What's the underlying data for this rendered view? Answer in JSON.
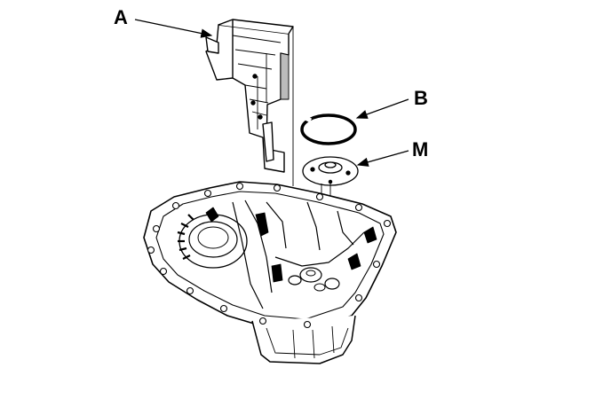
{
  "callouts": {
    "a": "A",
    "b": "B",
    "m": "M"
  },
  "parts": [
    {
      "name": "part-a",
      "callout": "A"
    },
    {
      "name": "snap-ring",
      "callout": "B"
    },
    {
      "name": "magnet-plate",
      "callout": "M"
    },
    {
      "name": "transmission-housing",
      "callout": ""
    }
  ],
  "colors": {
    "line": "#000000",
    "background": "#ffffff"
  }
}
